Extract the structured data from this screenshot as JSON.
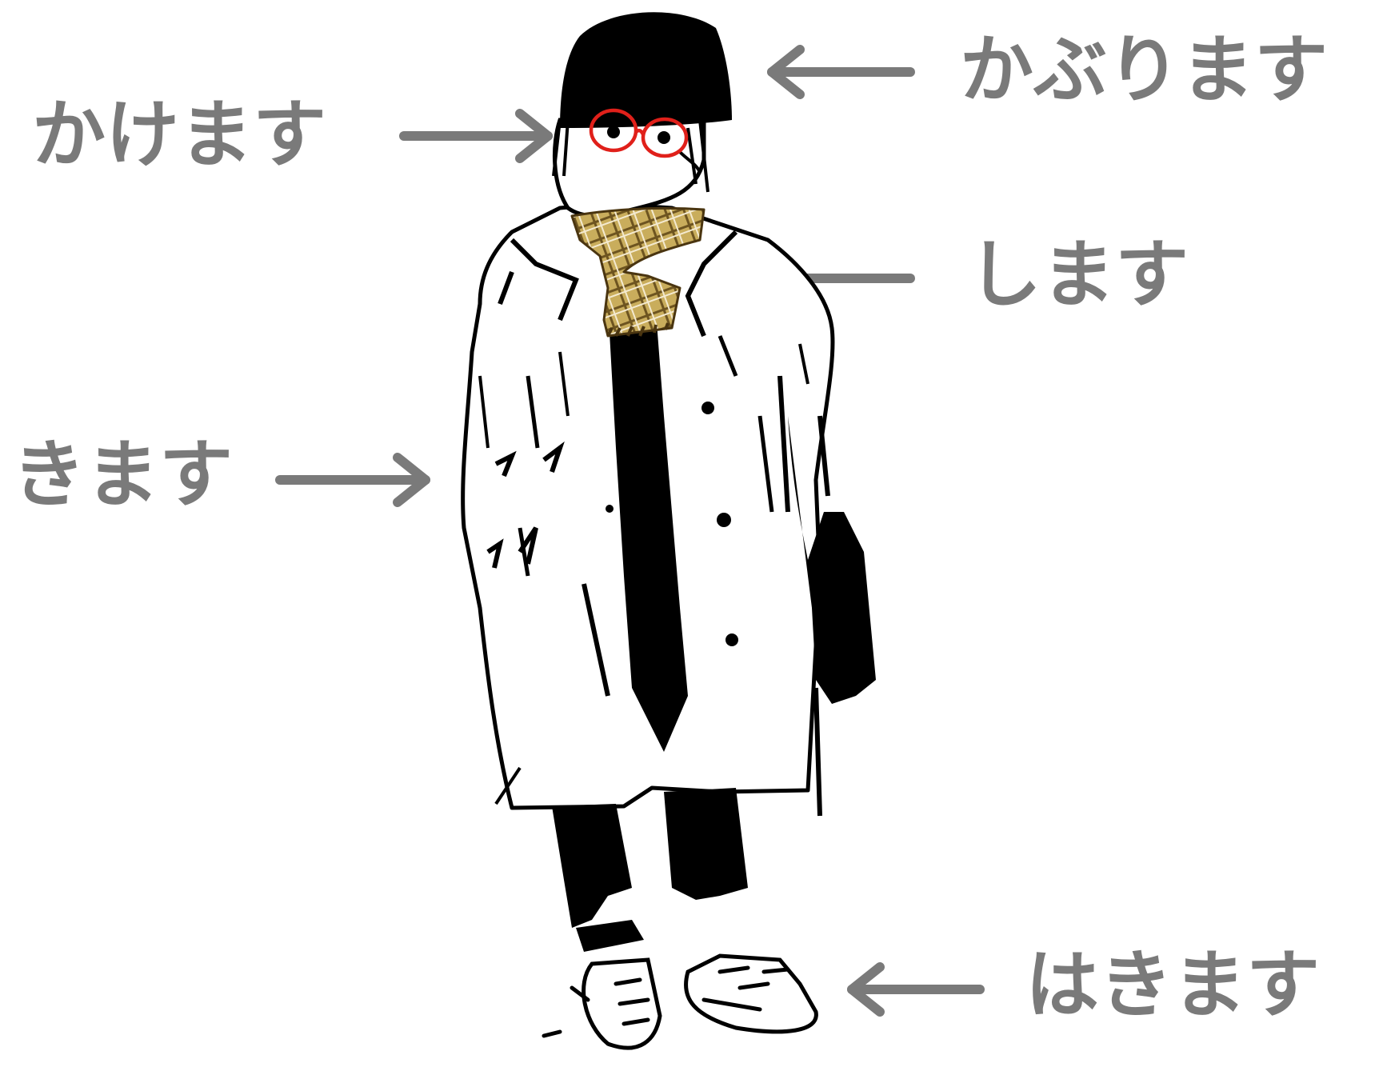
{
  "colors": {
    "label_text": "#7a7a7a",
    "arrow": "#7a7a7a",
    "ink": "#000000",
    "glasses": "#e0201a",
    "scarf_base": "#c9ad5c",
    "scarf_stripe_dark": "#6d5420",
    "scarf_stripe_light": "#f4ead0",
    "background": "#ffffff"
  },
  "labels": {
    "kaburimasu": "かぶります",
    "kakemasu": "かけます",
    "shimasu": "します",
    "kimasu": "きます",
    "hakimasu": "はきます"
  },
  "illustration": {
    "subject": "person",
    "items": [
      "beanie-hat",
      "glasses",
      "scarf",
      "coat",
      "bag",
      "pants",
      "sneakers"
    ]
  }
}
